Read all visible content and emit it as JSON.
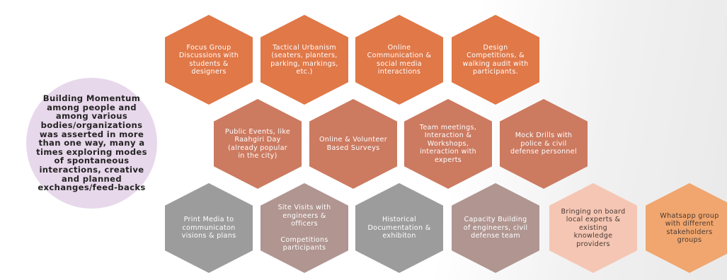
{
  "central_note": "Building Momentum among people and among various bodies/organizations was asserted in more than one way, many a times exploring modes of spontaneous interactions, creative and planned exchanges/feed-backs",
  "colors": {
    "orange": "#e07848",
    "terracotta": "#cc7a60",
    "grey": "#9c9c9c",
    "mauve": "#b09590",
    "blush": "#f5c6b4",
    "apricot": "#f0a66e",
    "circle": "#e8d8eb"
  },
  "row1": [
    {
      "text": "Focus Group Discussions with students & designers",
      "color": "#e07848"
    },
    {
      "text": "Tactical Urbanism (seaters, planters, parking, markings, etc.)",
      "color": "#e07848"
    },
    {
      "text": "Online Communication & social media interactions",
      "color": "#e07848"
    },
    {
      "text": "Design Competitions, & walking audit with participants.",
      "color": "#e07848"
    }
  ],
  "row2": [
    {
      "text": "Public Events, like Raahgiri Day (already popular in the city)",
      "color": "#cc7a60"
    },
    {
      "text": "Online & Volunteer Based Surveys",
      "color": "#cc7a60"
    },
    {
      "text": "Team meetings, Interaction & Workshops, interaction with experts",
      "color": "#cc7a60"
    },
    {
      "text": "Mock Drills with police & civil defense personnel",
      "color": "#cc7a60"
    }
  ],
  "row3": [
    {
      "text": "Print Media to communicaton visions & plans",
      "color": "#9c9c9c"
    },
    {
      "text": "Site Visits with engineers & officers",
      "text2": "Competitions participants",
      "color": "#b09590"
    },
    {
      "text": "Historical Documentation & exhibiton",
      "color": "#9c9c9c"
    },
    {
      "text": "Capacity Building of engineers, civil defense team",
      "color": "#b09590"
    },
    {
      "text": "Bringing on board local experts & existing knowledge providers",
      "color": "#f5c6b4"
    },
    {
      "text": "Whatsapp group with different stakeholders groups",
      "color": "#f0a66e"
    }
  ]
}
